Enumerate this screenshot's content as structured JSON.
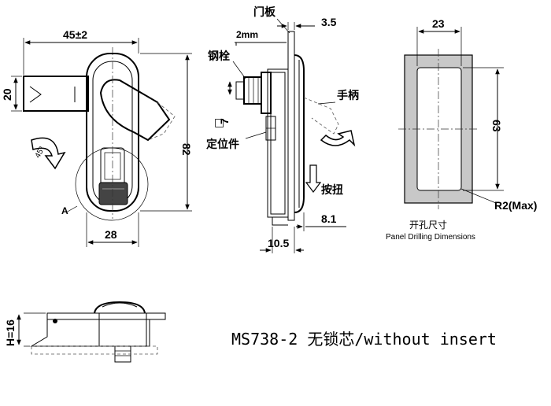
{
  "front_view": {
    "dim_width_top": "45±2",
    "dim_height_left": "20",
    "dim_height_right": "82",
    "dim_width_bottom": "28",
    "detail_label": "A"
  },
  "side_view": {
    "label_door_panel": "门板",
    "dim_thickness": "3.5",
    "dim_panel_offset": "2mm",
    "label_steel_bolt": "钢栓",
    "label_handle": "手柄",
    "dim_square": "7",
    "label_locator": "定位件",
    "label_button": "按扭",
    "dim_depth": "8.1",
    "dim_bottom": "10.5"
  },
  "cutout": {
    "dim_width": "23",
    "dim_height": "63",
    "dim_radius": "R2(Max)",
    "caption_cn": "开孔尺寸",
    "caption_en": "Panel Drilling Dimensions"
  },
  "bottom_view": {
    "dim_height": "H=16"
  },
  "title": "MS738-2 无锁芯/without insert",
  "colors": {
    "cutout_fill": "#c8c8c8",
    "button_fill": "#444444"
  }
}
